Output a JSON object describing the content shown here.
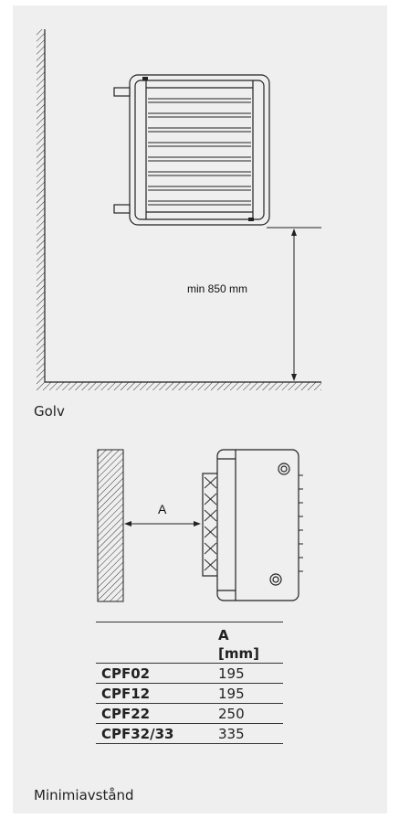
{
  "figure": {
    "height_label": "min 850 mm",
    "floor_label": "Golv",
    "clearance_label": "A",
    "caption": "Minimiavstånd"
  },
  "table": {
    "header_line1": "A",
    "header_line2": "[mm]",
    "rows": [
      {
        "model": "CPF02",
        "a": "195"
      },
      {
        "model": "CPF12",
        "a": "195"
      },
      {
        "model": "CPF22",
        "a": "250"
      },
      {
        "model": "CPF32/33",
        "a": "335"
      }
    ]
  },
  "colors": {
    "background": "#efefef",
    "line": "#222222"
  }
}
